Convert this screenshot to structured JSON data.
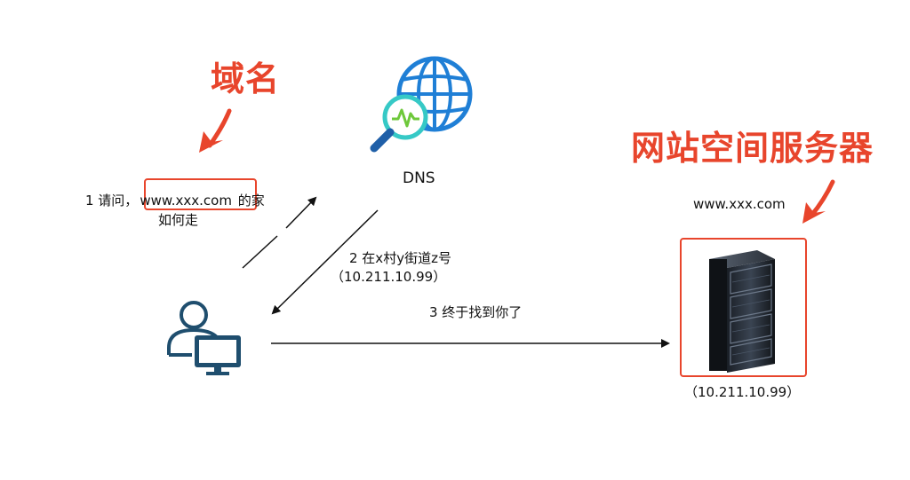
{
  "labels": {
    "domain_title": "域名",
    "server_title": "网站空间服务器",
    "dns": "DNS",
    "step1_prefix": "1 请问，",
    "step1_domain": "www.xxx.com",
    "step1_suffix": " 的家",
    "step1_line2": "如何走",
    "step2_line1": "2 在x村y街道z号",
    "step2_line2": "（10.211.10.99）",
    "step3": "3 终于找到你了",
    "server_domain": "www.xxx.com",
    "server_ip": "（10.211.10.99）"
  },
  "colors": {
    "accent": "#e8452c",
    "icon_blue": "#1f4e6e",
    "globe_blue": "#1f7fd6",
    "magnifier_teal": "#36c9c6",
    "signal_green": "#6ec83b"
  },
  "icons": {
    "dns": "globe-magnifier-icon",
    "client": "user-computer-icon",
    "server": "server-rack-icon"
  }
}
